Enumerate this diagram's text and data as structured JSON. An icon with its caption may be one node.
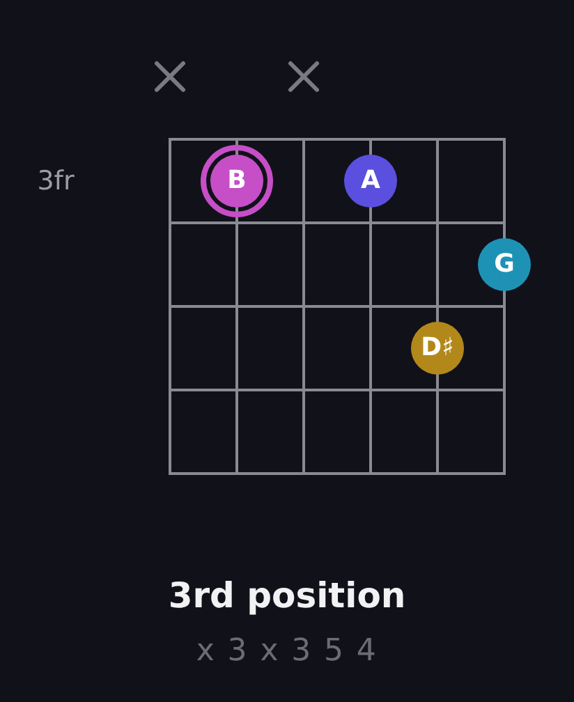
{
  "diagram": {
    "title": "3rd position",
    "nodes": [
      {
        "text": [
          "B"
        ]
      },
      {
        "text": [
          "A"
        ]
      },
      {
        "text": [
          "G"
        ]
      },
      {
        "text": [
          "D♯"
        ]
      }
    ],
    "labels": [
      "3fr",
      "x 3 x 3 5 4"
    ]
  }
}
